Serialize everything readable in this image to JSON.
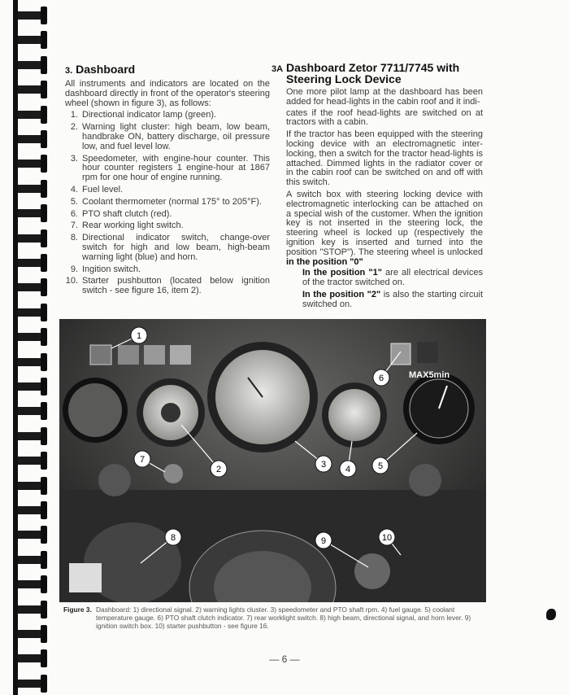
{
  "section3": {
    "number": "3.",
    "title": "Dashboard",
    "intro": "All instruments and indicators are located on the dashboard directly in front of the operator's steering wheel (shown in figure 3), as follows:",
    "items": [
      {
        "n": "1.",
        "text": "Directional indicator lamp (green)."
      },
      {
        "n": "2.",
        "text": "Warning light cluster: high beam, low beam, handbrake ON, battery discharge, oil pressure low, and fuel level low."
      },
      {
        "n": "3.",
        "text": "Speedometer, with engine-hour counter. This hour counter registers 1 engine-hour at 1867 rpm for one hour of engine running."
      },
      {
        "n": "4.",
        "text": "Fuel level."
      },
      {
        "n": "5.",
        "text": "Coolant thermometer (normal 175° to 205°F)."
      },
      {
        "n": "6.",
        "text": "PTO shaft clutch (red)."
      },
      {
        "n": "7.",
        "text": "Rear working light switch."
      },
      {
        "n": "8.",
        "text": "Directional indicator switch, change-over switch for high and low beam, high-beam warning light (blue) and horn."
      },
      {
        "n": "9.",
        "text": "Ingition switch."
      },
      {
        "n": "10.",
        "text": "Starter pushbutton (located below ignition switch - see figure 16, item 2)."
      }
    ]
  },
  "section3a": {
    "number": "3A",
    "title_line1": "Dashboard  Zetor 7711/7745 with",
    "title_line2": "Steering Lock Device",
    "p1": "One more pilot lamp at the dashboard has been added for head-lights in the cabin roof and it indi-",
    "p1b": "cates if the roof head-lights are switched on at tractors with a cabin.",
    "p2": "If the tractor has been equipped with the steering locking device with an electromagnetic inter-locking, then a switch for the tractor head-lights is attached. Dimmed lights in the radiator cover or in the cabin roof can be switched on and off with this switch.",
    "p3": "A switch box with steering locking device with electromagnetic interlocking can be attached on a special wish of the customer. When the ignition key is not inserted in the steering lock, the steering wheel is locked up (respectively the ignition key is inserted and turned into the position \"STOP\"). The steering wheel is unlocked",
    "p3_bold": "in the position \"0\"",
    "pos1_bold": "In the position \"1\"",
    "pos1_text": " are all electrical devices of the tractor switched on.",
    "pos2_bold": "In the position \"2\"",
    "pos2_text": " is also the starting circuit switched on."
  },
  "figure": {
    "callouts": [
      "1",
      "2",
      "3",
      "4",
      "5",
      "6",
      "7",
      "8",
      "9",
      "10"
    ],
    "gauge_text": "MAX5min",
    "caption_label": "Figure 3.",
    "caption_text": "Dashboard:   1) directional signal.   2) warning lights cluster.   3) speedometer and PTO shaft rpm.   4) fuel gauge.   5) coolant temperature gauge.   6) PTO shaft clutch indicator.   7) rear worklight switch.   8) high beam, directional signal, and horn lever.   9) ignition switch box.   10) starter pushbutton - see figure 16."
  },
  "page_number": "— 6 —"
}
